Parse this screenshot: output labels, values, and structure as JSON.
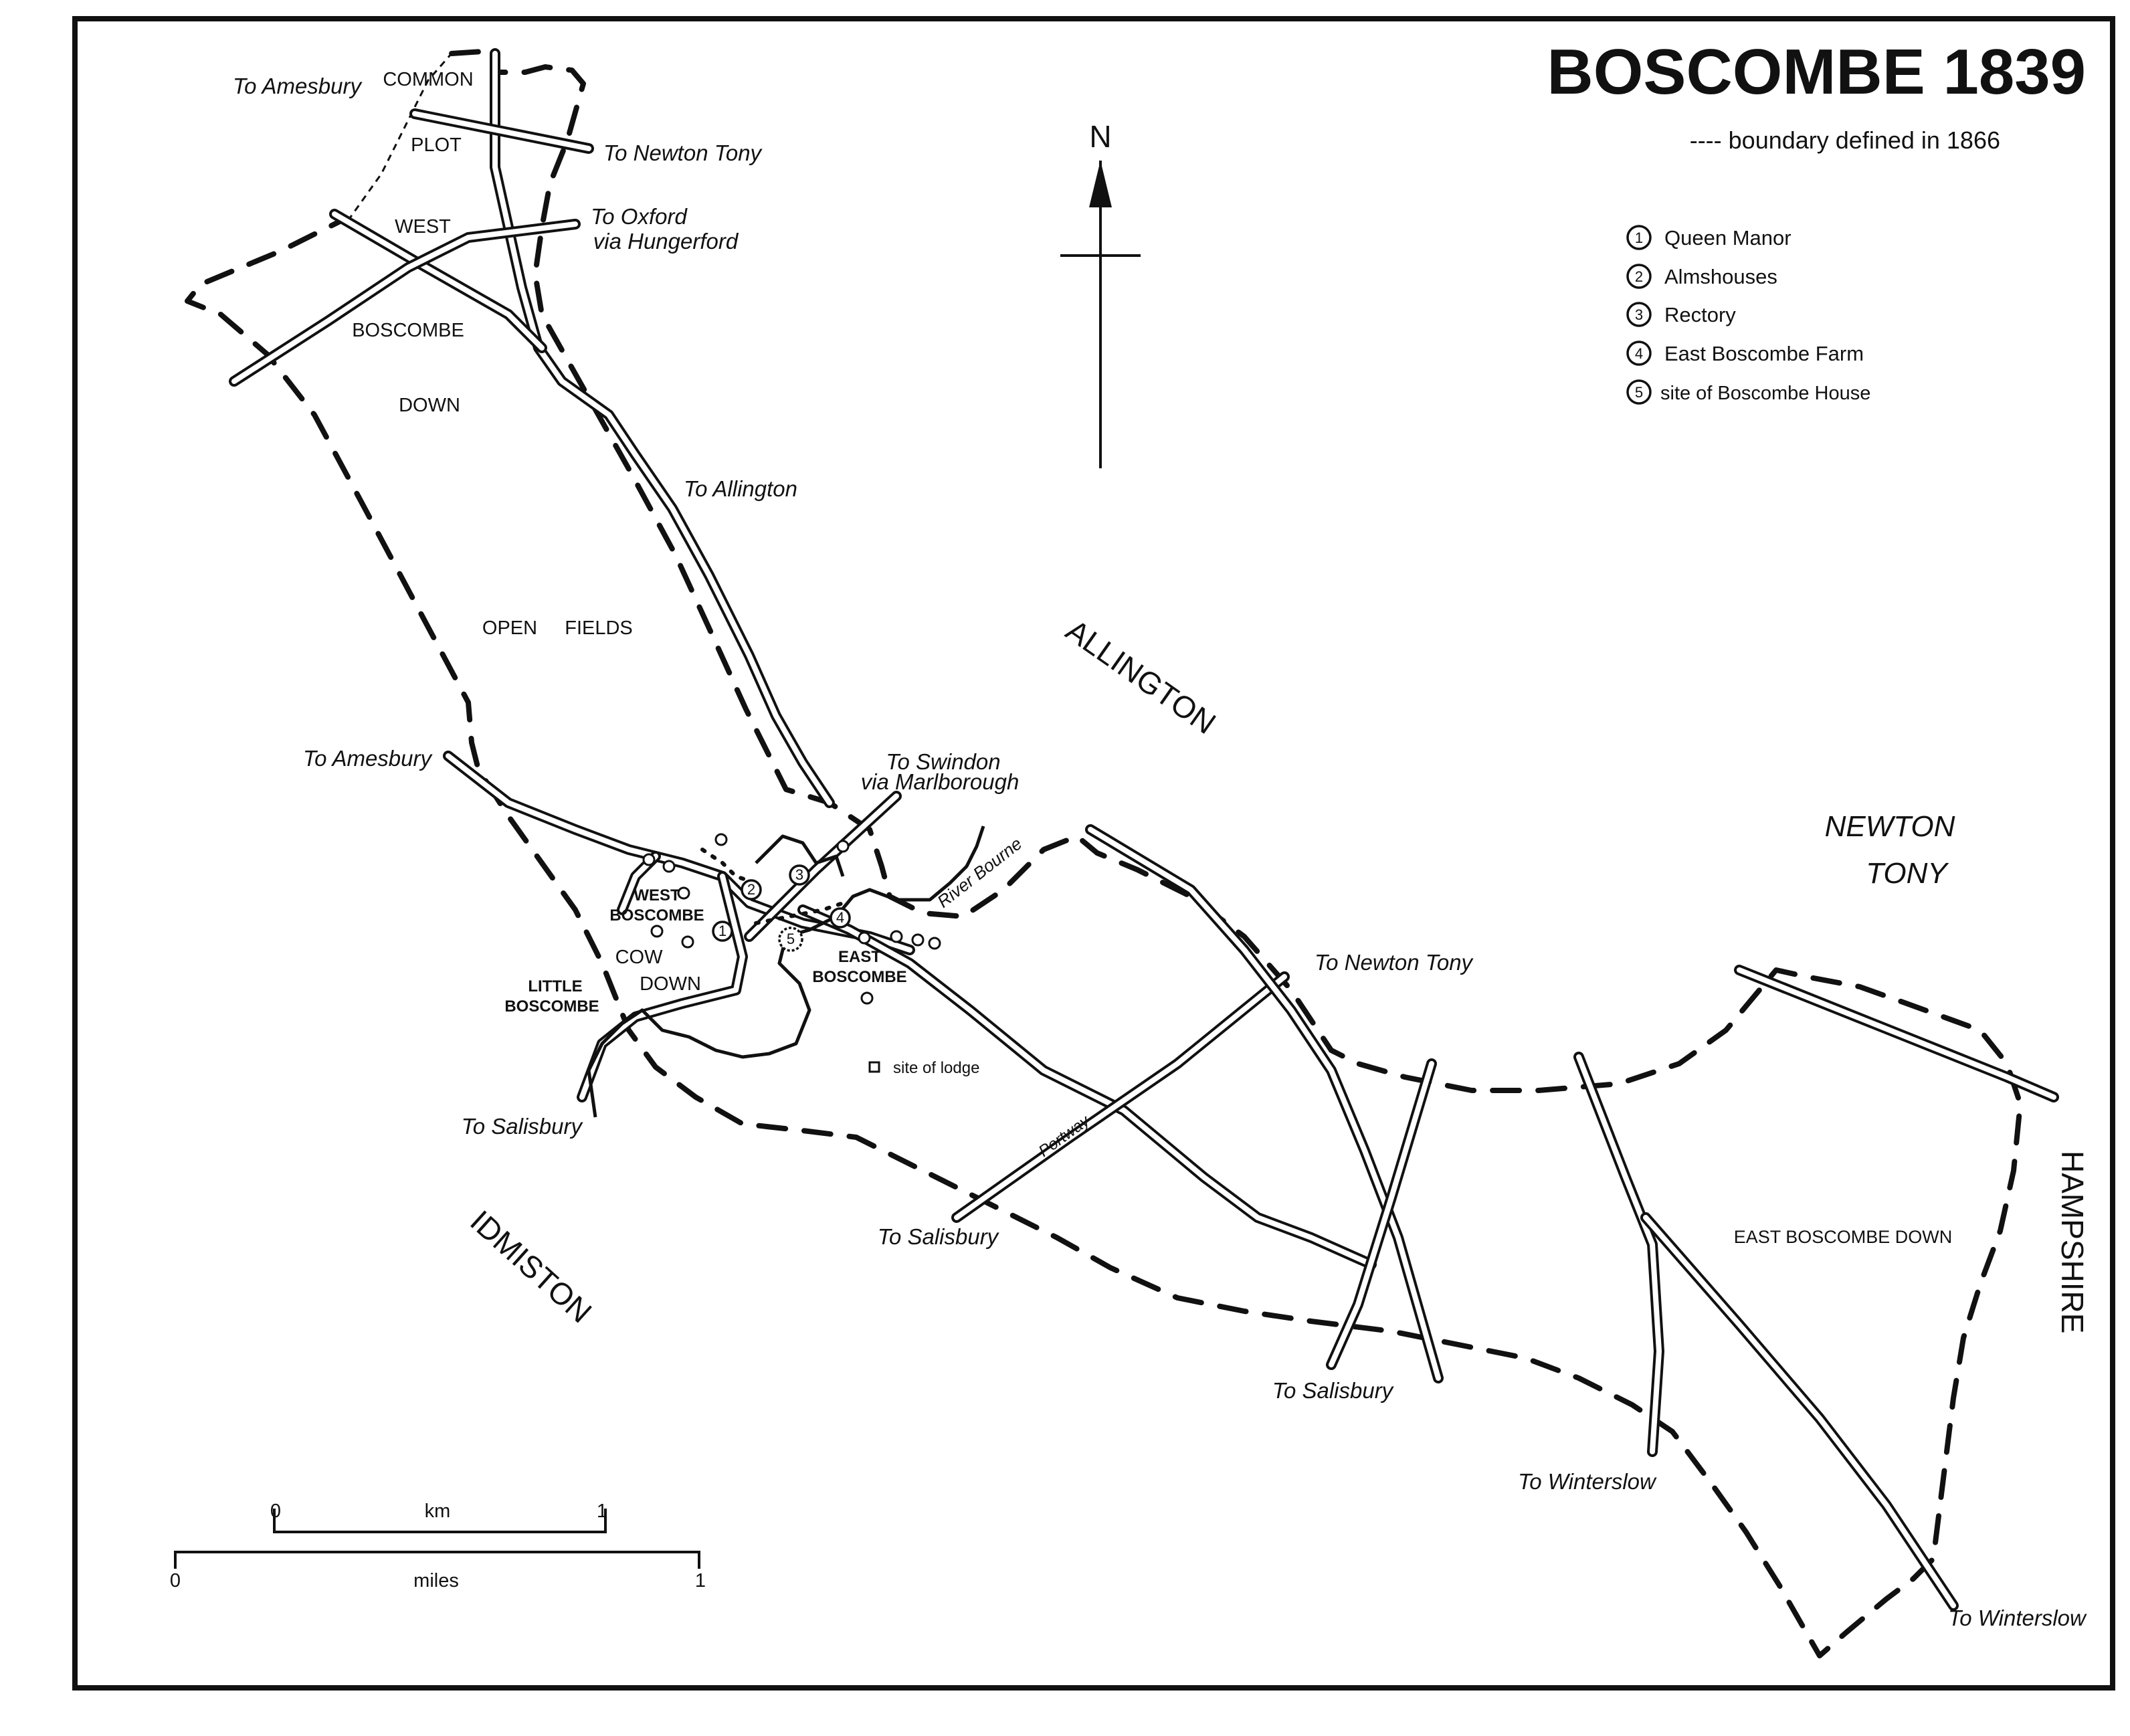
{
  "title": "BOSCOMBE 1839",
  "legend": {
    "boundary": "---- boundary defined in 1866",
    "items": [
      {
        "num": "1",
        "label": "Queen Manor"
      },
      {
        "num": "2",
        "label": "Almshouses"
      },
      {
        "num": "3",
        "label": "Rectory"
      },
      {
        "num": "4",
        "label": "East Boscombe Farm"
      },
      {
        "num": "5",
        "label": "site of Boscombe House"
      }
    ]
  },
  "north": "N",
  "scale": {
    "km_label": "km",
    "km_zero": "0",
    "km_one": "1",
    "miles_label": "miles",
    "mi_zero": "0",
    "mi_one": "1"
  },
  "roads": {
    "amesbury_n": "To Amesbury",
    "newton_tony_n": "To Newton Tony",
    "oxford_1": "To Oxford",
    "oxford_2": "via Hungerford",
    "allington": "To Allington",
    "amesbury_w": "To Amesbury",
    "swindon_1": "To Swindon",
    "swindon_2": "via Marlborough",
    "salisbury_w": "To Salisbury",
    "newton_tony_e": "To Newton Tony",
    "salisbury_c": "To Salisbury",
    "salisbury_s": "To Salisbury",
    "winterslow_1": "To Winterslow",
    "winterslow_2": "To Winterslow",
    "portway": "Portway",
    "river": "River Bourne"
  },
  "places": {
    "common": "COMMON",
    "plot": "PLOT",
    "west": "WEST",
    "boscombe": "BOSCOMBE",
    "down": "DOWN",
    "open": "OPEN",
    "fields": "FIELDS",
    "west_boscombe_1": "WEST",
    "west_boscombe_2": "BOSCOMBE",
    "cow": "COW",
    "cow_down": "DOWN",
    "little_1": "LITTLE",
    "little_2": "BOSCOMBE",
    "east_1": "EAST",
    "east_2": "BOSCOMBE",
    "lodge": "site of lodge",
    "east_down": "EAST BOSCOMBE DOWN"
  },
  "parishes": {
    "allington": "ALLINGTON",
    "newton_1": "NEWTON",
    "newton_2": "TONY",
    "idmiston": "IDMISTON",
    "hampshire": "HAMPSHIRE"
  }
}
